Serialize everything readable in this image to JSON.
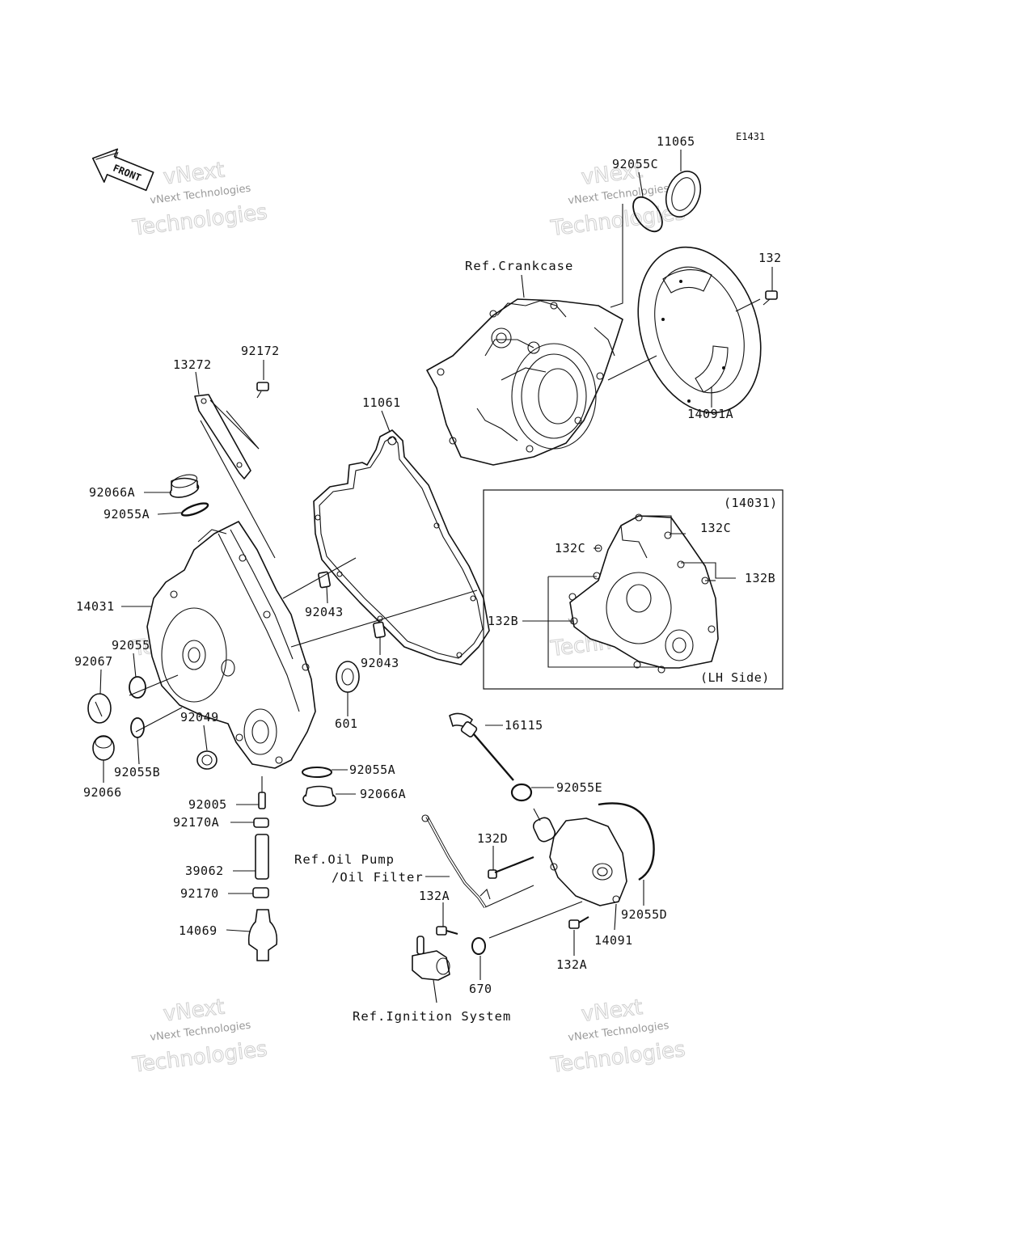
{
  "diagram_code": "E1431",
  "front_label": "FRONT",
  "inset": {
    "title": "(14031)",
    "subtitle": "(LH Side)"
  },
  "refs": {
    "crankcase": "Ref.Crankcase",
    "oil_pump_1": "Ref.Oil Pump",
    "oil_pump_2": "/Oil Filter",
    "ignition": "Ref.Ignition System"
  },
  "parts": {
    "p11065": "11065",
    "p92055C": "92055C",
    "p132": "132",
    "p14091A": "14091A",
    "p92172": "92172",
    "p13272": "13272",
    "p11061": "11061",
    "p92066A_top": "92066A",
    "p92055A_top": "92055A",
    "p14031": "14031",
    "p92043_a": "92043",
    "p92043_b": "92043",
    "p92055": "92055",
    "p92067": "92067",
    "p92049": "92049",
    "p601": "601",
    "p92055B": "92055B",
    "p92066": "92066",
    "p92055A_bot": "92055A",
    "p92066A_bot": "92066A",
    "p92005": "92005",
    "p92170A": "92170A",
    "p39062": "39062",
    "p92170": "92170",
    "p14069": "14069",
    "p16115": "16115",
    "p92055E": "92055E",
    "p132D": "132D",
    "p132A_left": "132A",
    "p92055D": "92055D",
    "p14091": "14091",
    "p132A_right": "132A",
    "p670": "670",
    "p132C_right": "132C",
    "p132C_left": "132C",
    "p132B_right": "132B",
    "p132B_left": "132B"
  },
  "watermarks": {
    "line1": "vNext Technologies",
    "line2": "Technologies",
    "line3": "vNext"
  }
}
